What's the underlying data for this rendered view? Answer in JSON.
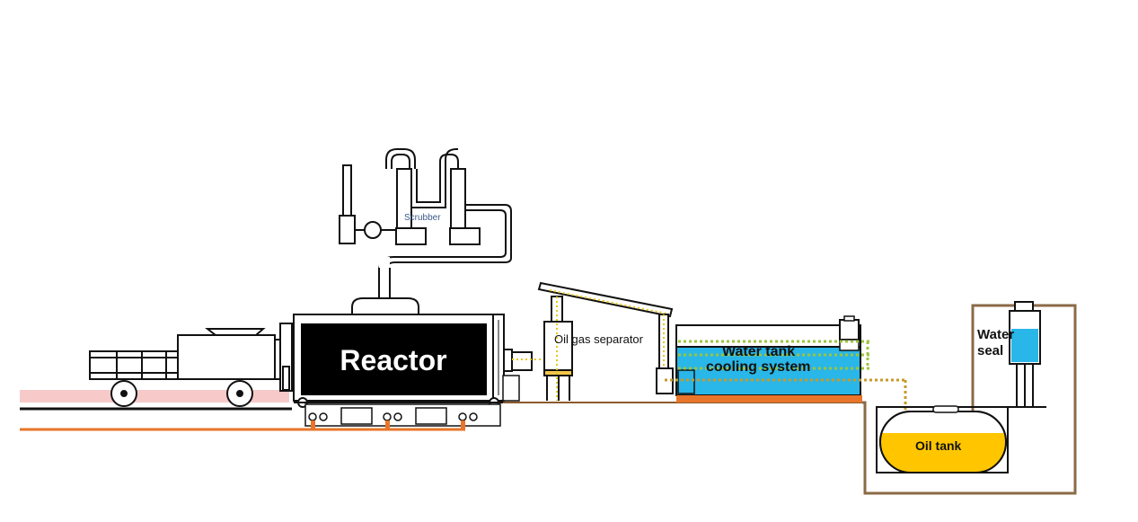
{
  "diagram": {
    "labels": {
      "reactor": "Reactor",
      "scrubber": "Scrubber",
      "oil_gas_separator": "Oil gas separator",
      "water_tank": "Water tank",
      "cooling_system": "cooling system",
      "water_seal_line1": "Water",
      "water_seal_line2": "seal",
      "oil_tank": "Oil tank"
    },
    "colors": {
      "outline": "#111111",
      "reactor_fill": "#000000",
      "reactor_text": "#ffffff",
      "water": "#29b6e8",
      "oil": "#ffc600",
      "ground_orange": "#e8752a",
      "ground_pink": "#f7c9c9",
      "pit_brown": "#8b6a47",
      "dotted_yellow": "#e6c619",
      "dotted_green": "#9bc53d",
      "scrubber_text": "#3a5a8a"
    }
  }
}
